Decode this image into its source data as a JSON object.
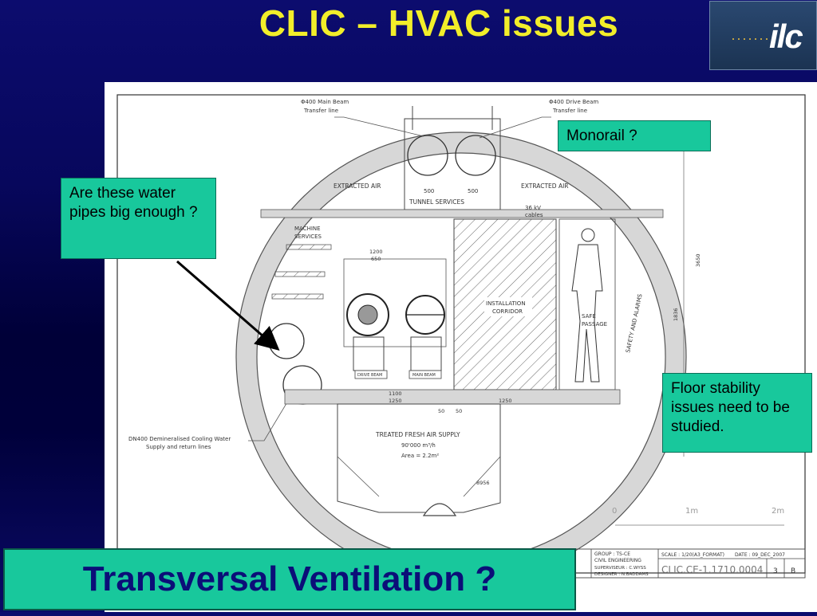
{
  "slide": {
    "title": "CLIC – HVAC issues",
    "logo": {
      "dots": "·······",
      "word": "ilc"
    },
    "callouts": {
      "monorail": "Monorail ?",
      "water_pipes": "Are these water pipes big enough ?",
      "floor_stability": "Floor stability issues need to be studied."
    },
    "banner": "Transversal Ventilation ?"
  },
  "drawing": {
    "labels": {
      "main_beam_line": "Φ400 Main Beam",
      "main_beam_line_2": "Transfer line",
      "drive_beam_line": "Φ400 Drive Beam",
      "drive_beam_line_2": "Transfer line",
      "extracted_air_left": "EXTRACTED AIR",
      "extracted_air_right": "EXTRACTED AIR",
      "tunnel_services": "TUNNEL SERVICES",
      "dim_500_left": "500",
      "dim_500_right": "500",
      "cables_36kv": "36 kV",
      "cables_36kv_2": "cables",
      "machine_services": "MACHINE",
      "machine_services_2": "SERVICES",
      "installation_corridor": "INSTALLATION",
      "installation_corridor_2": "CORRIDOR",
      "safe_passage": "SAFE",
      "safe_passage_2": "PASSAGE",
      "safety_vertical": "SAFETY AND ALARMS",
      "drive_beam": "DRIVE BEAM",
      "main_beam": "MAIN BEAM",
      "dim_1200": "1200",
      "dim_650": "650",
      "dim_1100": "1100",
      "dim_1250_left": "1250",
      "dim_1250_right": "1250",
      "dim_50_left": "50",
      "dim_50_right": "50",
      "dim_3650": "3650",
      "dim_1836": "1836",
      "treated_air": "TREATED FRESH AIR SUPPLY",
      "treated_air_flow": "90'000 m³/h",
      "treated_air_area": "Area = 2.2m²",
      "dn400": "DN400 Demineralised Cooling Water",
      "dn400_2": "Supply and return lines",
      "dim_8956": "8956",
      "scale_0": "0",
      "scale_1m": "1m",
      "scale_2m": "2m",
      "tb_group": "GROUP : TS-CE",
      "tb_civil": "CIVIL ENGINEERING",
      "tb_superviseur": "SUPERVISEUR :   C.WYSS",
      "tb_designer": "DESIGNER :  N.BADDAMS",
      "tb_scale": "SCALE :    1/20(A3_FORMAT)",
      "tb_date": "DATE : 09_DEC_2007",
      "tb_drawing_no": "CLIC.CE-1.1710.0004",
      "tb_size": "3",
      "tb_rev": "B"
    }
  }
}
